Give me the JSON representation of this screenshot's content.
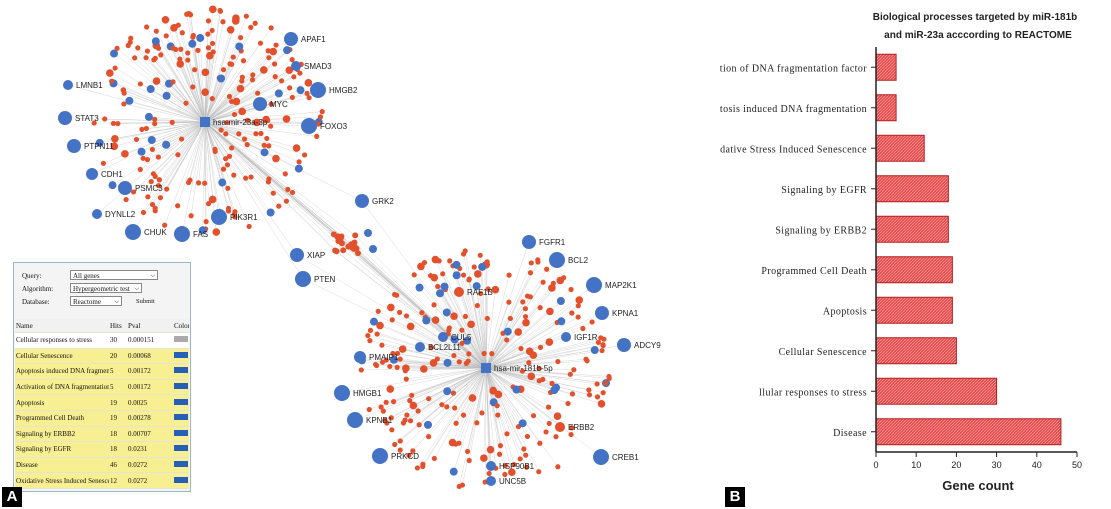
{
  "panels": {
    "a": "A",
    "b": "B"
  },
  "network": {
    "hubs": [
      {
        "id": "hub1",
        "label": "hsa-mir-23a-3p"
      },
      {
        "id": "hub2",
        "label": "hsa-mir-181b-5p"
      }
    ],
    "hub1_genes": [
      "APAF1",
      "SMAD3",
      "LMNB1",
      "HMGB2",
      "MYC",
      "STAT3",
      "FOXO3",
      "PTPN11",
      "CDH1",
      "PSMC3",
      "DYNLL2",
      "PIK3R1",
      "CHUK",
      "FAS"
    ],
    "shared_genes": [
      "GRK2",
      "XIAP",
      "PTEN"
    ],
    "hub2_genes": [
      "FGFR1",
      "BCL2",
      "MAP2K1",
      "RAF1B",
      "KPNA1",
      "CUL5",
      "IGF1R",
      "ADCY9",
      "BCL2L11",
      "PMAIP1",
      "HMGB1",
      "ERBB2",
      "KPNB1",
      "PRKCD",
      "CREB1",
      "HSP90B1",
      "UNC5B"
    ],
    "colors": {
      "mirna": "#4472c4",
      "target": "#e2502c",
      "edge": "#bbbbbb"
    }
  },
  "enrichment_panel": {
    "query_label": "Query:",
    "query_value": "All genes",
    "algorithm_label": "Algorithm:",
    "algorithm_value": "Hypergeometric test",
    "database_label": "Database:",
    "database_value": "Reactome",
    "submit_label": "Submit",
    "columns": [
      "Name",
      "Hits",
      "Pval",
      "Color"
    ],
    "rows": [
      {
        "name": "Cellular responses to stress",
        "hits": "30",
        "pval": "0.000151",
        "color": "#aaaaaa",
        "highlight": false
      },
      {
        "name": "Cellular Senescence",
        "hits": "20",
        "pval": "0.00068",
        "color": "#2660b6",
        "highlight": true
      },
      {
        "name": "Apoptosis induced DNA fragmentation",
        "hits": "5",
        "pval": "0.00172",
        "color": "#2660b6",
        "highlight": true
      },
      {
        "name": "Activation of DNA fragmentation factor",
        "hits": "5",
        "pval": "0.00172",
        "color": "#2660b6",
        "highlight": true
      },
      {
        "name": "Apoptosis",
        "hits": "19",
        "pval": "0.0025",
        "color": "#2660b6",
        "highlight": true
      },
      {
        "name": "Programmed Cell Death",
        "hits": "19",
        "pval": "0.00278",
        "color": "#2660b6",
        "highlight": true
      },
      {
        "name": "Signaling by ERBB2",
        "hits": "18",
        "pval": "0.00707",
        "color": "#2660b6",
        "highlight": true
      },
      {
        "name": "Signaling by EGFR",
        "hits": "18",
        "pval": "0.0231",
        "color": "#2660b6",
        "highlight": true
      },
      {
        "name": "Disease",
        "hits": "46",
        "pval": "0.0272",
        "color": "#2660b6",
        "highlight": true
      },
      {
        "name": "Oxidative Stress Induced Senescence",
        "hits": "12",
        "pval": "0.0272",
        "color": "#2660b6",
        "highlight": true
      }
    ]
  },
  "chart_data": {
    "type": "bar",
    "orientation": "horizontal",
    "title": "Biological processes targeted by miR-181b\nand miR-23a acccording to REACTOME",
    "xlabel": "Gene count",
    "ylabel": "",
    "categories": [
      "Activation of DNA fragmentation factor",
      "Apoptosis induced DNA fragmentation",
      "Oxidative Stress Induced Senescence",
      "Signaling by EGFR",
      "Signaling by ERBB2",
      "Programmed Cell Death",
      "Apoptosis",
      "Cellular Senescence",
      "llular responses to stress",
      "Disease"
    ],
    "values": [
      5,
      5,
      12,
      18,
      18,
      19,
      19,
      20,
      30,
      46
    ],
    "xlim": [
      0,
      50
    ],
    "xticks": [
      0,
      10,
      20,
      30,
      40,
      50
    ],
    "grid": false,
    "bar_color": "#e84c4c",
    "bar_edge": "#b02020"
  }
}
